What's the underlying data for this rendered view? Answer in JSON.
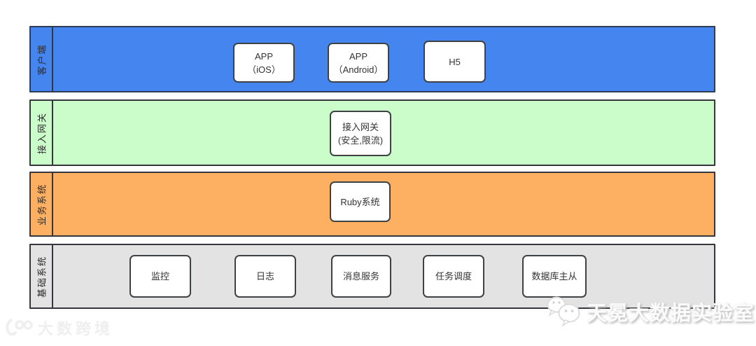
{
  "diagram": {
    "bands": [
      {
        "id": "client",
        "label": "客户端",
        "color": "#4585f0",
        "nodes": [
          {
            "id": "app-ios",
            "lines": [
              "APP",
              "（iOS）"
            ]
          },
          {
            "id": "app-android",
            "lines": [
              "APP",
              "（Android）"
            ]
          },
          {
            "id": "h5",
            "lines": [
              "H5"
            ]
          }
        ]
      },
      {
        "id": "gateway",
        "label": "接入网关",
        "color": "#cbfdcb",
        "nodes": [
          {
            "id": "access-gateway",
            "lines": [
              "接入网关",
              "(安全,限流)"
            ]
          }
        ]
      },
      {
        "id": "business",
        "label": "业务系统",
        "color": "#fdb061",
        "nodes": [
          {
            "id": "ruby-system",
            "lines": [
              "Ruby系统"
            ]
          }
        ]
      },
      {
        "id": "infra",
        "label": "基础系统",
        "color": "#e3e3e3",
        "nodes": [
          {
            "id": "monitor",
            "lines": [
              "监控"
            ]
          },
          {
            "id": "log",
            "lines": [
              "日志"
            ]
          },
          {
            "id": "message-service",
            "lines": [
              "消息服务"
            ]
          },
          {
            "id": "task-scheduler",
            "lines": [
              "任务调度"
            ]
          },
          {
            "id": "db-master-slave",
            "lines": [
              "数据库主从"
            ]
          }
        ]
      }
    ],
    "colors": {
      "band_border": "#35373c",
      "node_border": "#3f4245",
      "node_fill": "#ffffff",
      "text": "#333333"
    }
  },
  "watermarks": {
    "bottom_left": {
      "brand": "大数跨境",
      "icon": "100ec-logo-icon"
    },
    "bottom_right": {
      "brand": "天冕大数据实验室",
      "icon": "wechat-icon"
    }
  }
}
